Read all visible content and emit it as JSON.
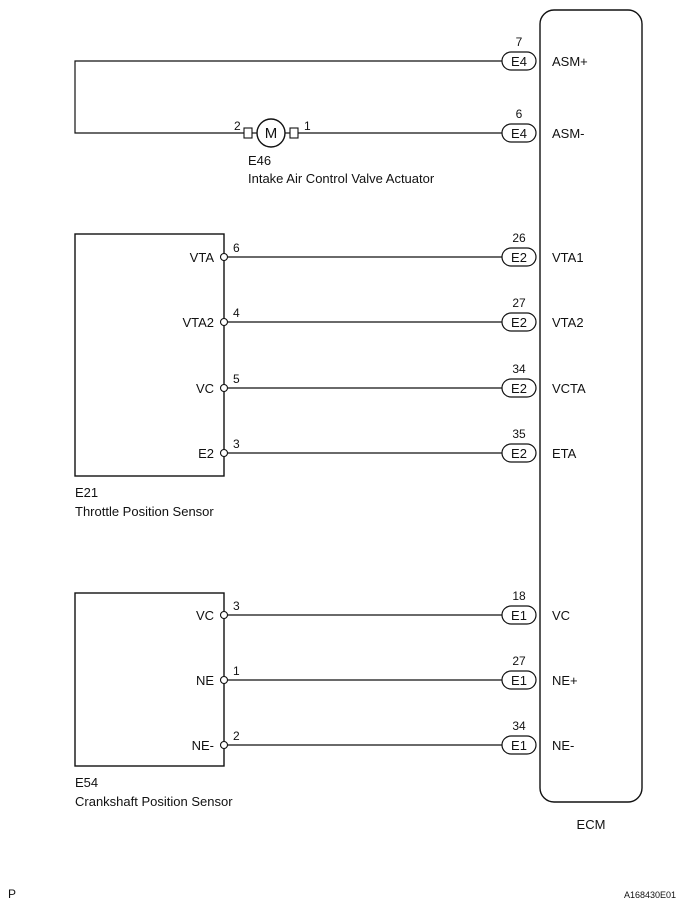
{
  "ecm": {
    "label": "ECM"
  },
  "actuator": {
    "id": "E46",
    "name": "Intake Air Control Valve Actuator",
    "motor_symbol": "M",
    "pin_left": "2",
    "pin_right": "1"
  },
  "throttle_sensor": {
    "id": "E21",
    "name": "Throttle Position Sensor"
  },
  "crank_sensor": {
    "id": "E54",
    "name": "Crankshaft Position Sensor"
  },
  "connections": [
    {
      "pin": "7",
      "connector": "E4",
      "ecm_terminal": "ASM+"
    },
    {
      "pin": "6",
      "connector": "E4",
      "ecm_terminal": "ASM-"
    },
    {
      "pin": "26",
      "connector": "E2",
      "ecm_terminal": "VTA1",
      "sensor_terminal": "VTA",
      "sensor_pin": "6"
    },
    {
      "pin": "27",
      "connector": "E2",
      "ecm_terminal": "VTA2",
      "sensor_terminal": "VTA2",
      "sensor_pin": "4"
    },
    {
      "pin": "34",
      "connector": "E2",
      "ecm_terminal": "VCTA",
      "sensor_terminal": "VC",
      "sensor_pin": "5"
    },
    {
      "pin": "35",
      "connector": "E2",
      "ecm_terminal": "ETA",
      "sensor_terminal": "E2",
      "sensor_pin": "3"
    },
    {
      "pin": "18",
      "connector": "E1",
      "ecm_terminal": "VC",
      "sensor_terminal": "VC",
      "sensor_pin": "3"
    },
    {
      "pin": "27",
      "connector": "E1",
      "ecm_terminal": "NE+",
      "sensor_terminal": "NE",
      "sensor_pin": "1"
    },
    {
      "pin": "34",
      "connector": "E1",
      "ecm_terminal": "NE-",
      "sensor_terminal": "NE-",
      "sensor_pin": "2"
    }
  ],
  "footer": {
    "left_mark": "P",
    "figure_id": "A168430E01"
  }
}
